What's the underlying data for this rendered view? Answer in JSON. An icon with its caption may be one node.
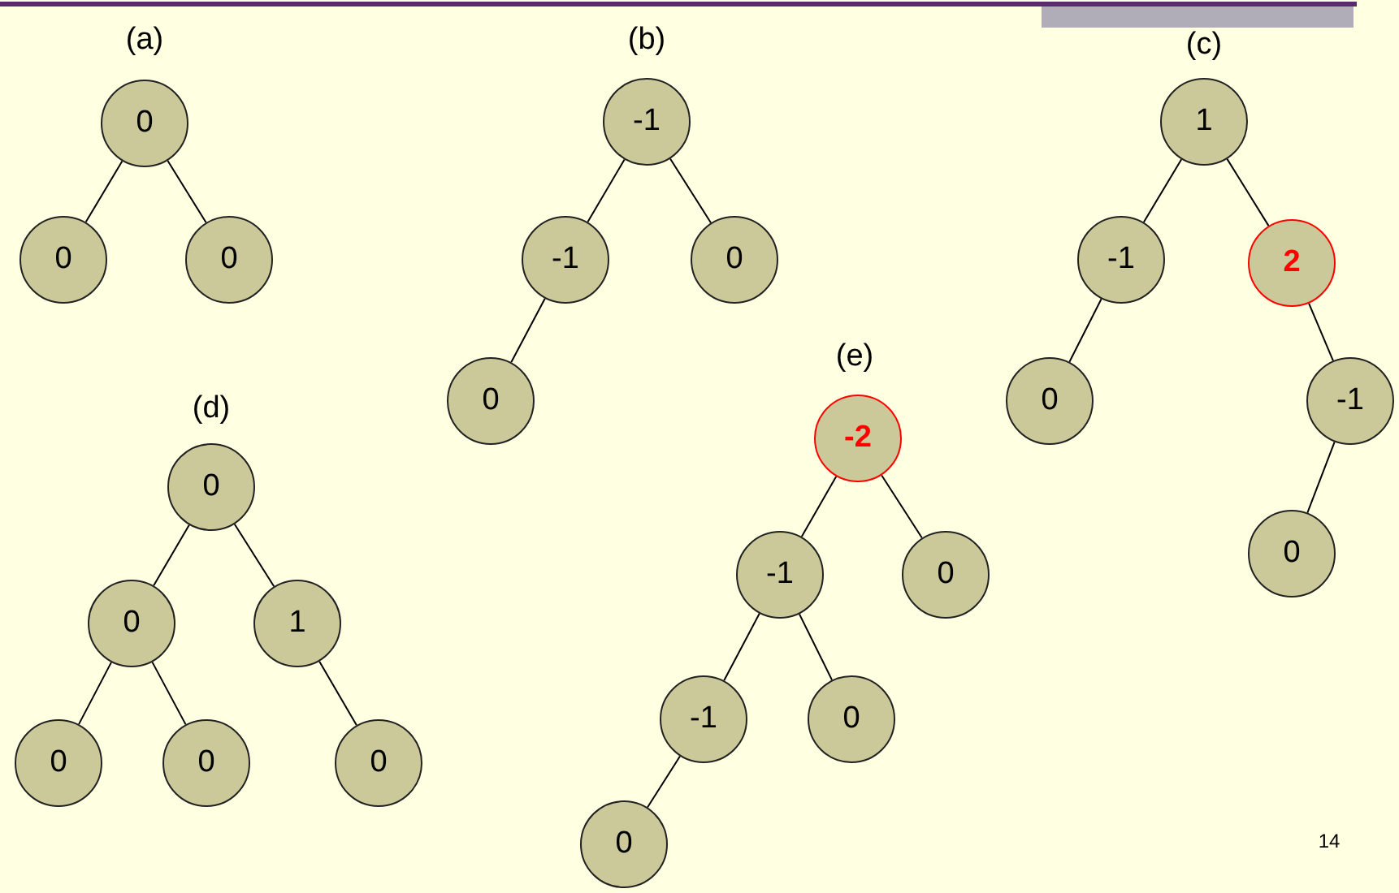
{
  "diagram": {
    "nodes": [
      {
        "text": [
          "0"
        ]
      },
      {
        "text": [
          "0"
        ]
      },
      {
        "text": [
          "0"
        ]
      },
      {
        "text": [
          "-1"
        ]
      },
      {
        "text": [
          "-1"
        ]
      },
      {
        "text": [
          "0"
        ]
      },
      {
        "text": [
          "0"
        ]
      },
      {
        "text": [
          "1"
        ]
      },
      {
        "text": [
          "-1"
        ]
      },
      {
        "text": [
          "2"
        ]
      },
      {
        "text": [
          "0"
        ]
      },
      {
        "text": [
          "-1"
        ]
      },
      {
        "text": [
          "0"
        ]
      },
      {
        "text": [
          "0"
        ]
      },
      {
        "text": [
          "0"
        ]
      },
      {
        "text": [
          "1"
        ]
      },
      {
        "text": [
          "0"
        ]
      },
      {
        "text": [
          "0"
        ]
      },
      {
        "text": [
          "0"
        ]
      },
      {
        "text": [
          "-2"
        ]
      },
      {
        "text": [
          "-1"
        ]
      },
      {
        "text": [
          "0"
        ]
      },
      {
        "text": [
          "-1"
        ]
      },
      {
        "text": [
          "0"
        ]
      },
      {
        "text": [
          "0"
        ]
      }
    ],
    "edges": [
      {
        "from": 0,
        "to": 1,
        "arrow": "none"
      },
      {
        "from": 0,
        "to": 2,
        "arrow": "none"
      },
      {
        "from": 3,
        "to": 4,
        "arrow": "none"
      },
      {
        "from": 3,
        "to": 5,
        "arrow": "none"
      },
      {
        "from": 4,
        "to": 6,
        "arrow": "none"
      },
      {
        "from": 7,
        "to": 8,
        "arrow": "none"
      },
      {
        "from": 7,
        "to": 9,
        "arrow": "none"
      },
      {
        "from": 8,
        "to": 10,
        "arrow": "none"
      },
      {
        "from": 9,
        "to": 11,
        "arrow": "none"
      },
      {
        "from": 11,
        "to": 12,
        "arrow": "none"
      },
      {
        "from": 13,
        "to": 14,
        "arrow": "none"
      },
      {
        "from": 13,
        "to": 15,
        "arrow": "none"
      },
      {
        "from": 14,
        "to": 16,
        "arrow": "none"
      },
      {
        "from": 14,
        "to": 17,
        "arrow": "none"
      },
      {
        "from": 15,
        "to": 18,
        "arrow": "none"
      },
      {
        "from": 19,
        "to": 20,
        "arrow": "none"
      },
      {
        "from": 19,
        "to": 21,
        "arrow": "none"
      },
      {
        "from": 20,
        "to": 22,
        "arrow": "none"
      },
      {
        "from": 20,
        "to": 23,
        "arrow": "none"
      },
      {
        "from": 22,
        "to": 24,
        "arrow": "none"
      }
    ],
    "labels": [
      "(a)",
      "(b)",
      "(c)",
      "(e)",
      "(d)",
      "14"
    ]
  }
}
